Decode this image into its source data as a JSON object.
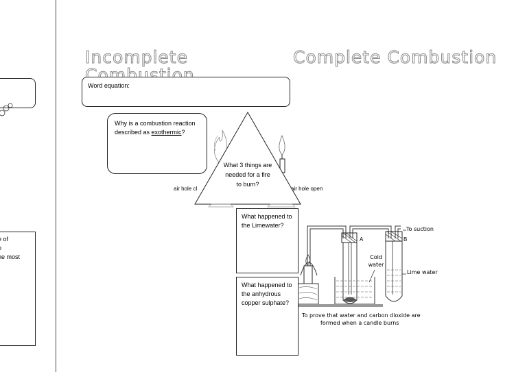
{
  "titles": {
    "incomplete": "Incomplete",
    "incomplete_second_line": "Combustion",
    "complete": "Complete Combustion"
  },
  "word_equation": {
    "label": "Word equation:"
  },
  "exothermic_q": {
    "text_before": "Why is a combustion reaction described as ",
    "underlined": "exothermic",
    "text_after": "?"
  },
  "fire_triangle": {
    "question": "What 3 things are needed for a fire to burn?"
  },
  "candle_labels": {
    "left": "air hole cl",
    "right": "air hole open"
  },
  "limewater_q": {
    "text": "What happened to the Limewater?"
  },
  "copper_q": {
    "text": "What happened to the anhydrous copper sulphate?"
  },
  "apparatus": {
    "to_suction": "To suction",
    "label_a": "A",
    "label_b": "B",
    "cold_water": "Cold water",
    "lime_water": "Lime water",
    "caption_line1": "To prove that water and carbon dioxide are",
    "caption_line2": "formed when a candle burns"
  },
  "left_fragment": {
    "line1": "e of",
    "line2": "n",
    "line3": "he most"
  }
}
